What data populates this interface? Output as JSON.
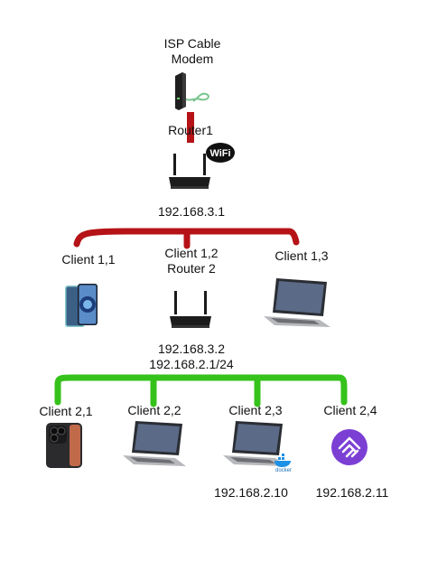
{
  "isp": {
    "line1": "ISP Cable",
    "line2": "Modem"
  },
  "router1": {
    "name": "Router1",
    "ip": "192.168.3.1",
    "wifi_text": "WiFi"
  },
  "clients1": [
    {
      "name": "Client 1,1"
    },
    {
      "name": "Client 1,2",
      "subtitle": "Router 2",
      "ip1": "192.168.3.2",
      "ip2": "192.168.2.1/24"
    },
    {
      "name": "Client 1,3"
    }
  ],
  "clients2": [
    {
      "name": "Client 2,1"
    },
    {
      "name": "Client 2,2"
    },
    {
      "name": "Client 2,3",
      "ip": "192.168.2.10",
      "badge": "docker"
    },
    {
      "name": "Client 2,4",
      "ip": "192.168.2.11"
    }
  ],
  "colors": {
    "red_bus": "#b51317",
    "green_bus": "#35c21b",
    "device_dark": "#1d1d1f",
    "app_purple": "#7b3fd4"
  }
}
